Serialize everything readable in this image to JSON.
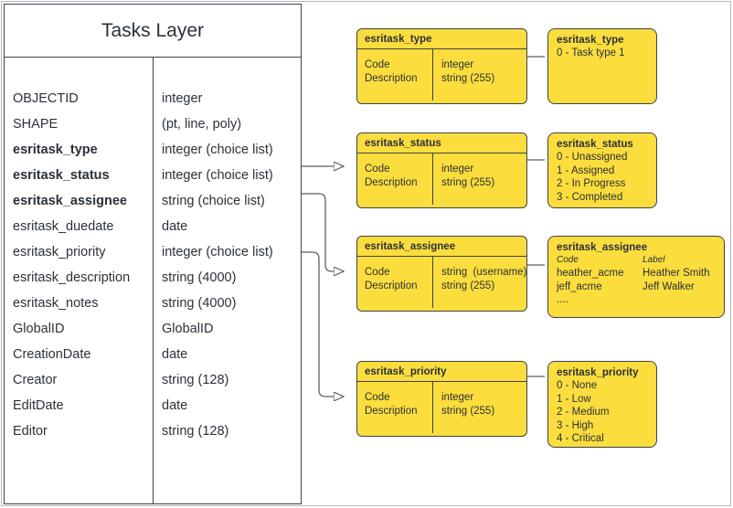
{
  "diagram": {
    "title": "Tasks Layer"
  },
  "layer_table": {
    "title": "Tasks Layer",
    "fields": [
      {
        "name": "OBJECTID",
        "type": "integer",
        "bold": false
      },
      {
        "name": "SHAPE",
        "type": "(pt, line, poly)",
        "bold": false
      },
      {
        "name": "esritask_type",
        "type": "integer (choice list)",
        "bold": true
      },
      {
        "name": "esritask_status",
        "type": "integer (choice list)",
        "bold": true
      },
      {
        "name": "esritask_assignee",
        "type": "string (choice list)",
        "bold": true
      },
      {
        "name": "esritask_duedate",
        "type": "date",
        "bold": false
      },
      {
        "name": "esritask_priority",
        "type": "integer (choice list)",
        "bold": false
      },
      {
        "name": "esritask_description",
        "type": "string (4000)",
        "bold": false
      },
      {
        "name": "esritask_notes",
        "type": "string (4000)",
        "bold": false
      },
      {
        "name": "GlobalID",
        "type": "GlobalID",
        "bold": false
      },
      {
        "name": "CreationDate",
        "type": "date",
        "bold": false
      },
      {
        "name": "Creator",
        "type": "string (128)",
        "bold": false
      },
      {
        "name": "EditDate",
        "type": "date",
        "bold": false
      },
      {
        "name": "Editor",
        "type": "string (128)",
        "bold": false
      }
    ]
  },
  "choice_tables": [
    {
      "id": "type",
      "header": "esritask_type",
      "left_col": "Code\nDescription",
      "right_col": "integer\nstring (255)"
    },
    {
      "id": "status",
      "header": "esritask_status",
      "left_col": "Code\nDescription",
      "right_col": "integer\nstring (255)"
    },
    {
      "id": "assignee",
      "header": "esritask_assignee",
      "left_col": "Code\nDescription",
      "right_col": "string  (username)\nstring (255)"
    },
    {
      "id": "priority",
      "header": "esritask_priority",
      "left_col": "Code\nDescription",
      "right_col": "integer\nstring (255)"
    }
  ],
  "domain_boxes": [
    {
      "id": "type",
      "title": "esritask_type",
      "lines": [
        "0 - Task type 1"
      ]
    },
    {
      "id": "status",
      "title": "esritask_status",
      "lines": [
        "0 - Unassigned",
        "1 - Assigned",
        "2 - In Progress",
        "3 - Completed"
      ]
    },
    {
      "id": "assignee",
      "title": "esritask_assignee",
      "header_row": {
        "code": "Code",
        "label": "Label"
      },
      "rows": [
        {
          "code": "heather_acme",
          "label": "Heather Smith"
        },
        {
          "code": "jeff_acme",
          "label": "Jeff Walker"
        },
        {
          "code": "....",
          "label": ""
        }
      ]
    },
    {
      "id": "priority",
      "title": "esritask_priority",
      "lines": [
        "0 - None",
        "1 - Low",
        "2 - Medium",
        "3 - High",
        "4 - Critical"
      ]
    }
  ],
  "colors": {
    "box_fill": "#fbdd3d",
    "border": "#3c434c",
    "text": "#2b3138",
    "frame": "#b5b8bd",
    "background": "#ffffff"
  }
}
